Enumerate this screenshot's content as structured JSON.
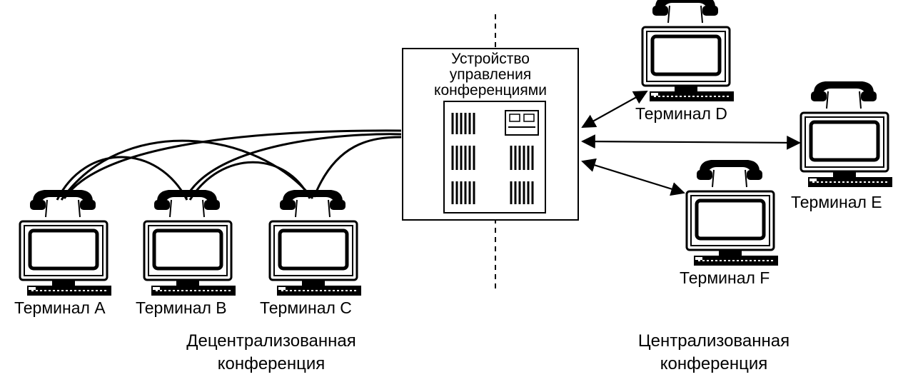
{
  "mcu": {
    "title_lines": [
      "Устройство",
      "управления",
      "конференциями"
    ]
  },
  "terminals": [
    {
      "id": "A",
      "label": "Терминал A"
    },
    {
      "id": "B",
      "label": "Терминал B"
    },
    {
      "id": "C",
      "label": "Терминал C"
    },
    {
      "id": "D",
      "label": "Терминал D"
    },
    {
      "id": "E",
      "label": "Терминал E"
    },
    {
      "id": "F",
      "label": "Терминал F"
    }
  ],
  "captions": {
    "decentralized": [
      "Децентрализованная",
      "конференция"
    ],
    "centralized": [
      "Централизованная",
      "конференция"
    ]
  },
  "edges": [
    {
      "from": "A",
      "to": "B",
      "style": "curve"
    },
    {
      "from": "A",
      "to": "C",
      "style": "curve"
    },
    {
      "from": "B",
      "to": "C",
      "style": "curve"
    },
    {
      "from": "A",
      "to": "MCU",
      "style": "curve"
    },
    {
      "from": "B",
      "to": "MCU",
      "style": "curve"
    },
    {
      "from": "C",
      "to": "MCU",
      "style": "curve"
    },
    {
      "from": "MCU",
      "to": "D",
      "style": "arrow-both"
    },
    {
      "from": "MCU",
      "to": "E",
      "style": "arrow-both"
    },
    {
      "from": "MCU",
      "to": "F",
      "style": "arrow-both"
    }
  ],
  "colors": {
    "ink": "#000000",
    "paper": "#ffffff"
  }
}
